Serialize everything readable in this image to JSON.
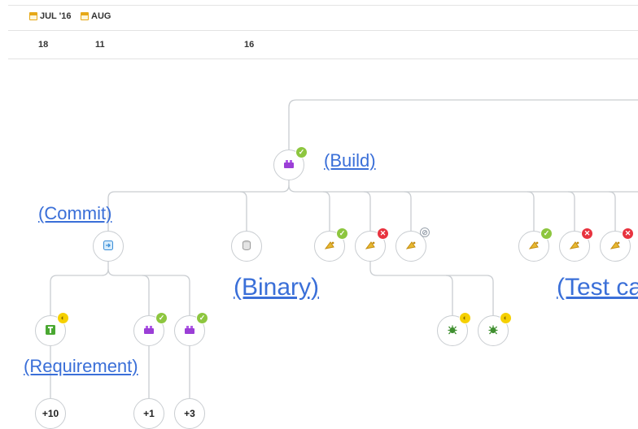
{
  "timeline": {
    "months": [
      {
        "label": "JUL '16",
        "icon": "calendar-icon"
      },
      {
        "label": "AUG",
        "icon": "calendar-icon"
      }
    ],
    "days": [
      "18",
      "11",
      "16"
    ]
  },
  "labels": {
    "build": "(Build)",
    "commit": "(Commit)",
    "binary": "(Binary)",
    "requirement": "(Requirement)",
    "test_case": "(Test ca"
  },
  "nodes": {
    "build_root": {
      "icon": "build-icon",
      "status": "passed"
    },
    "commit": {
      "icon": "commit-icon"
    },
    "binary": {
      "icon": "binary-icon"
    },
    "test_case_1": {
      "icon": "test-case-icon",
      "status": "passed"
    },
    "test_case_2": {
      "icon": "test-case-icon",
      "status": "failed"
    },
    "test_case_3": {
      "icon": "test-case-icon",
      "status": "skipped"
    },
    "test_case_4": {
      "icon": "test-case-icon",
      "status": "passed"
    },
    "test_case_5": {
      "icon": "test-case-icon",
      "status": "failed"
    },
    "test_case_6": {
      "icon": "test-case-icon",
      "status": "failed"
    },
    "bug_1": {
      "icon": "bug-icon",
      "status": "warning"
    },
    "bug_2": {
      "icon": "bug-icon",
      "status": "warning"
    },
    "requirement": {
      "icon": "requirement-icon",
      "status": "warning"
    },
    "build_a": {
      "icon": "build-icon",
      "status": "passed"
    },
    "build_b": {
      "icon": "build-icon",
      "status": "passed"
    },
    "more_10": {
      "label": "+10"
    },
    "more_1": {
      "label": "+1"
    },
    "more_3": {
      "label": "+3"
    }
  },
  "colors": {
    "link": "#3a6fd8",
    "passed": "#8dc63f",
    "failed": "#e8333f",
    "warning": "#f5d000",
    "edge": "#c9cdd1"
  }
}
